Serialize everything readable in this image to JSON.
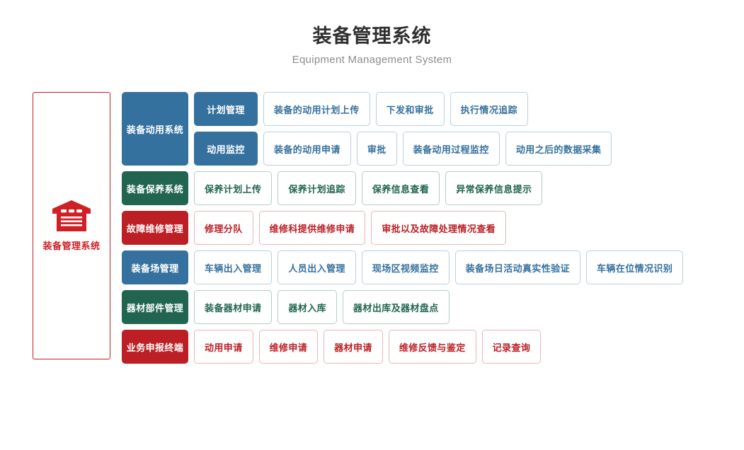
{
  "header": {
    "title": "装备管理系统",
    "subtitle": "Equipment Management System"
  },
  "root": {
    "label": "装备管理系统",
    "icon": "warehouse-icon",
    "border_color": "#bf2026",
    "text_color": "#cf2026"
  },
  "colors": {
    "blue": "#35719e",
    "green": "#216551",
    "red": "#bc2025",
    "chip_blue_border": "#b9cfe2",
    "chip_green_border": "#b3cdc4",
    "chip_red_border": "#e8b6b8",
    "title": "#2f2f2f",
    "subtitle": "#8d8d8d"
  },
  "rows": [
    {
      "category": "装备动用系统",
      "color": "blue",
      "groups": [
        {
          "label": "计划管理",
          "items": [
            "装备的动用计划上传",
            "下发和审批",
            "执行情况追踪"
          ]
        },
        {
          "label": "动用监控",
          "items": [
            "装备的动用申请",
            "审批",
            "装备动用过程监控",
            "动用之后的数据采集"
          ]
        }
      ]
    },
    {
      "category": "装备保养系统",
      "color": "green",
      "items": [
        "保养计划上传",
        "保养计划追踪",
        "保养信息查看",
        "异常保养信息提示"
      ]
    },
    {
      "category": "故障维修管理",
      "color": "red",
      "items": [
        "修理分队",
        "维修科提供维修申请",
        "审批以及故障处理情况查看"
      ]
    },
    {
      "category": "装备场管理",
      "color": "blue",
      "items": [
        "车辆出入管理",
        "人员出入管理",
        "现场区视频监控",
        "装备场日活动真实性验证",
        "车辆在位情况识别"
      ]
    },
    {
      "category": "器材部件管理",
      "color": "green",
      "items": [
        "装备器材申请",
        "器材入库",
        "器材出库及器材盘点"
      ]
    },
    {
      "category": "业务申报终端",
      "color": "red",
      "items": [
        "动用申请",
        "维修申请",
        "器材申请",
        "维修反馈与鉴定",
        "记录查询"
      ]
    }
  ]
}
